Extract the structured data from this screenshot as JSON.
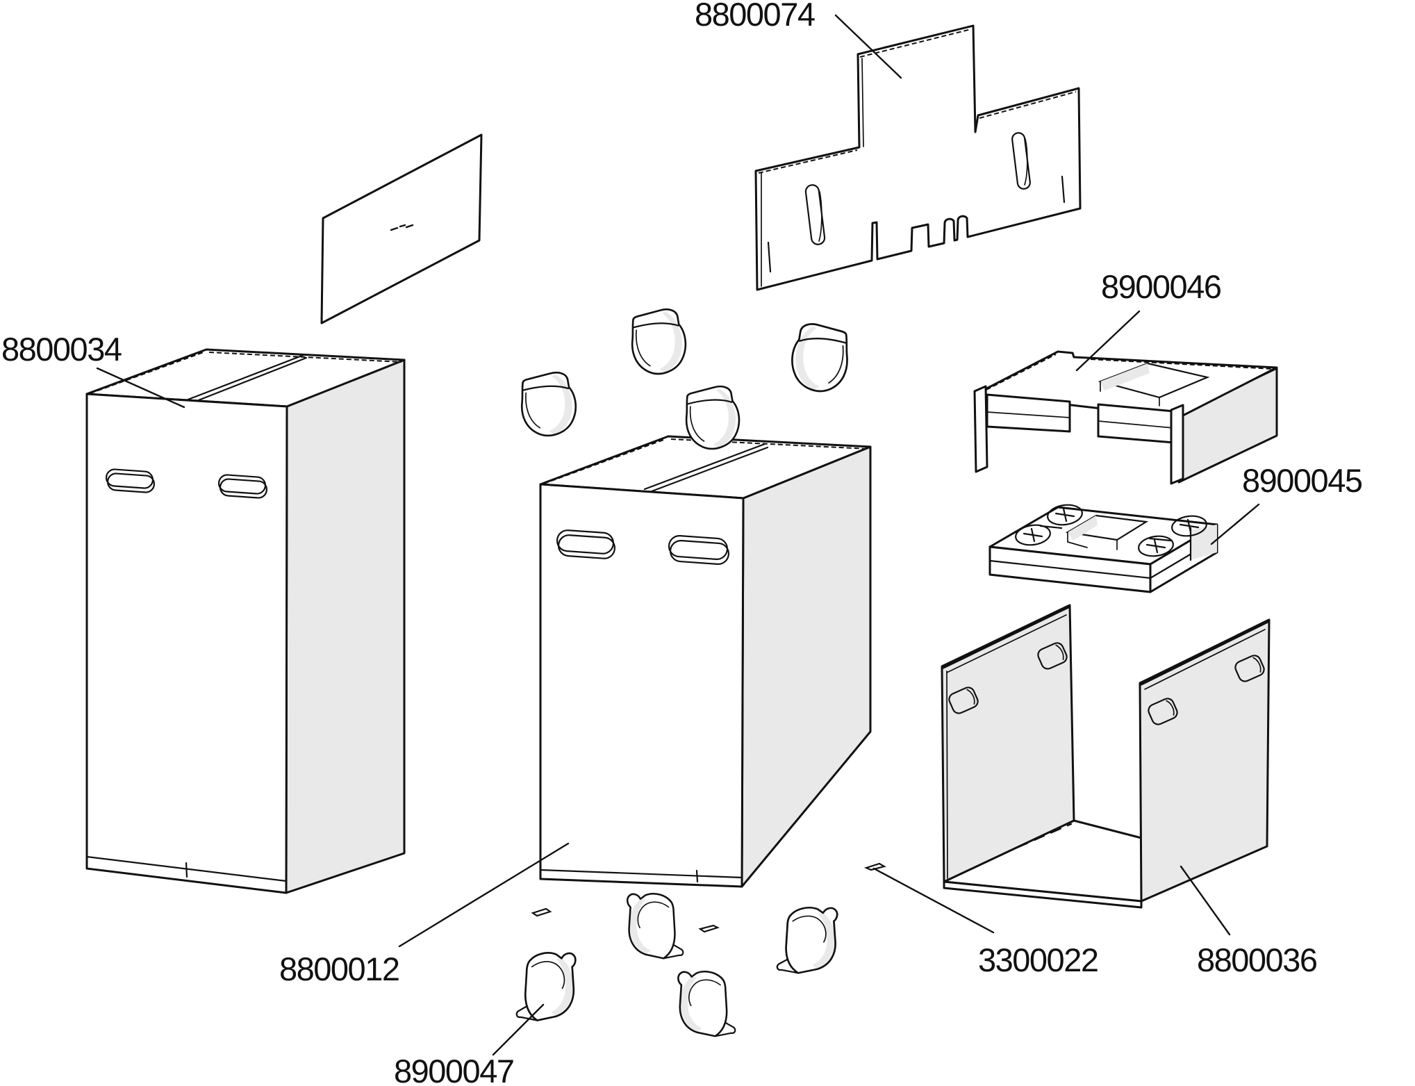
{
  "page": {
    "background": "#ffffff",
    "line_color": "#111111",
    "shade_color": "#e9e9e9",
    "type": "exploded parts diagram"
  },
  "parts": [
    {
      "number": "8800074"
    },
    {
      "number": "8800034"
    },
    {
      "number": "8900046"
    },
    {
      "number": "8900045"
    },
    {
      "number": "8800012"
    },
    {
      "number": "8900047"
    },
    {
      "number": "3300022"
    },
    {
      "number": "8800036"
    }
  ]
}
